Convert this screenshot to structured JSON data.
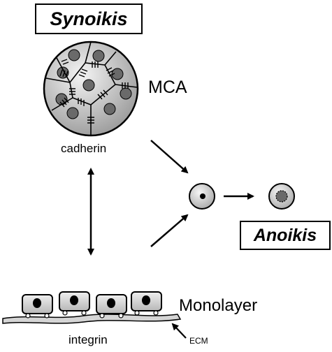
{
  "titles": {
    "synoikis": "Synoikis",
    "anoikis": "Anoikis"
  },
  "labels": {
    "mca": "MCA",
    "cadherin": "cadherin",
    "monolayer": "Monolayer",
    "integrin": "integrin",
    "ecm": "ECM"
  },
  "colors": {
    "sphere_light": "#f2f2f2",
    "sphere_dark": "#9a9a9a",
    "nucleus": "#6f6f6f",
    "cell_fill": "#d3d3d3",
    "ecm_fill": "#d7d7d7",
    "stroke": "#000000"
  }
}
